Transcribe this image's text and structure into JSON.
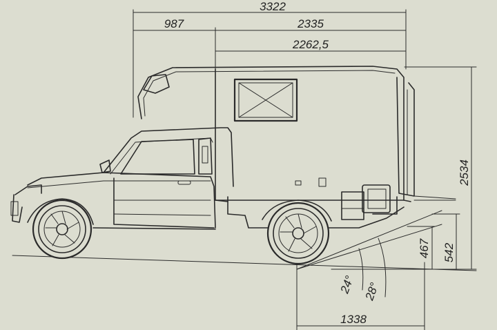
{
  "dimensions": {
    "overall_length": "3322",
    "front_overhang": "987",
    "cab_to_rear": "2335",
    "camper_body_length": "2262,5",
    "overall_height": "2534",
    "rear_ground_clearance": "467",
    "rear_step_height": "542",
    "rear_overhang": "1338",
    "departure_angle_1": "24°",
    "departure_angle_2": "28°"
  },
  "colors": {
    "background": "#dcddd0",
    "ink": "#2a2a2a"
  }
}
